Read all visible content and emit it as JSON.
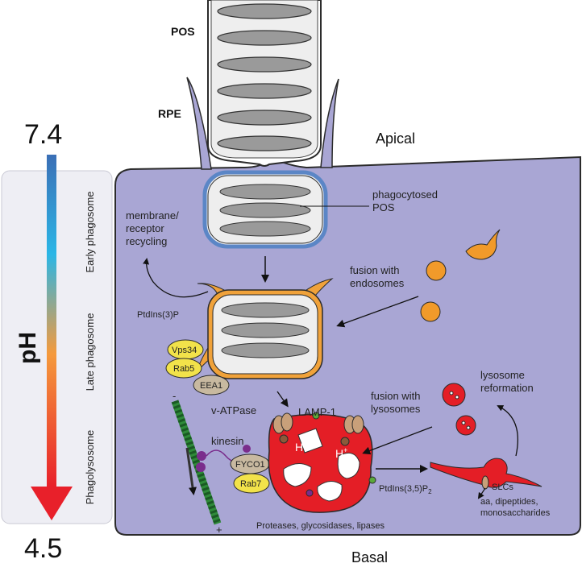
{
  "labels": {
    "pos": "POS",
    "rpe": "RPE",
    "apical": "Apical",
    "basal": "Basal",
    "phagocytosed_line1": "phagocytosed",
    "phagocytosed_line2": "POS",
    "membrane_line1": "membrane/",
    "membrane_line2": "receptor",
    "membrane_line3": "recycling",
    "fusion_endo_line1": "fusion with",
    "fusion_endo_line2": "endosomes",
    "ptdins3p": "PtdIns(3)P",
    "vps34": "Vps34",
    "rab5": "Rab5",
    "eea1": "EEA1",
    "vatpase": "v-ATPase",
    "lamp1": "LAMP-1",
    "fusion_lyso_line1": "fusion with",
    "fusion_lyso_line2": "lysosomes",
    "lyso_reform_line1": "lysosome",
    "lyso_reform_line2": "reformation",
    "kinesin": "kinesin",
    "fyco1": "FYCO1",
    "rab7": "Rab7",
    "hplus": "H",
    "ptdins35p2": "PtdIns(3,5)P",
    "ptdins35p2_sub": "2",
    "slcs": "SLCs",
    "products_line1": "aa, dipeptides,",
    "products_line2": "monosaccharides",
    "enzymes": "Proteases, glycosidases, lipases",
    "minus": "-",
    "plus": "+"
  },
  "ph_scale": {
    "axis_label": "pH",
    "top_value": "7.4",
    "bottom_value": "4.5",
    "stages": [
      "Early phagosome",
      "Late phagosome",
      "Phagolysosome"
    ]
  },
  "colors": {
    "cell": "#a9a6d4",
    "cell_outline": "#2b2b2b",
    "early_phagosome_membrane": "#5b86c6",
    "late_phagosome_membrane": "#f0a23a",
    "lysosome": "#e41e26",
    "endosome": "#f19a2a",
    "vps34_fill": "#f2e24a",
    "eea1_fill": "#c8b9a0",
    "microtubule": "#2f8a3a",
    "kinesin": "#7a2d8c",
    "ph_top": "#3b6fb6",
    "ph_mid": "#f59a3c",
    "ph_bottom": "#e8202a",
    "stage_panel": "#eeeef4"
  }
}
